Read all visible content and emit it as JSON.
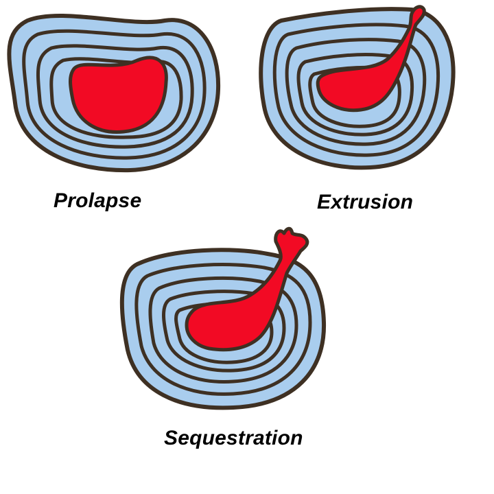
{
  "labels": {
    "prolapse": "Prolapse",
    "extrusion": "Extrusion",
    "sequestration": "Sequestration"
  },
  "colors": {
    "annulus_fill": "#a9cdee",
    "ring_stroke": "#3e3023",
    "nucleus_fill": "#f20a24",
    "background": "#ffffff",
    "text": "#000000"
  }
}
